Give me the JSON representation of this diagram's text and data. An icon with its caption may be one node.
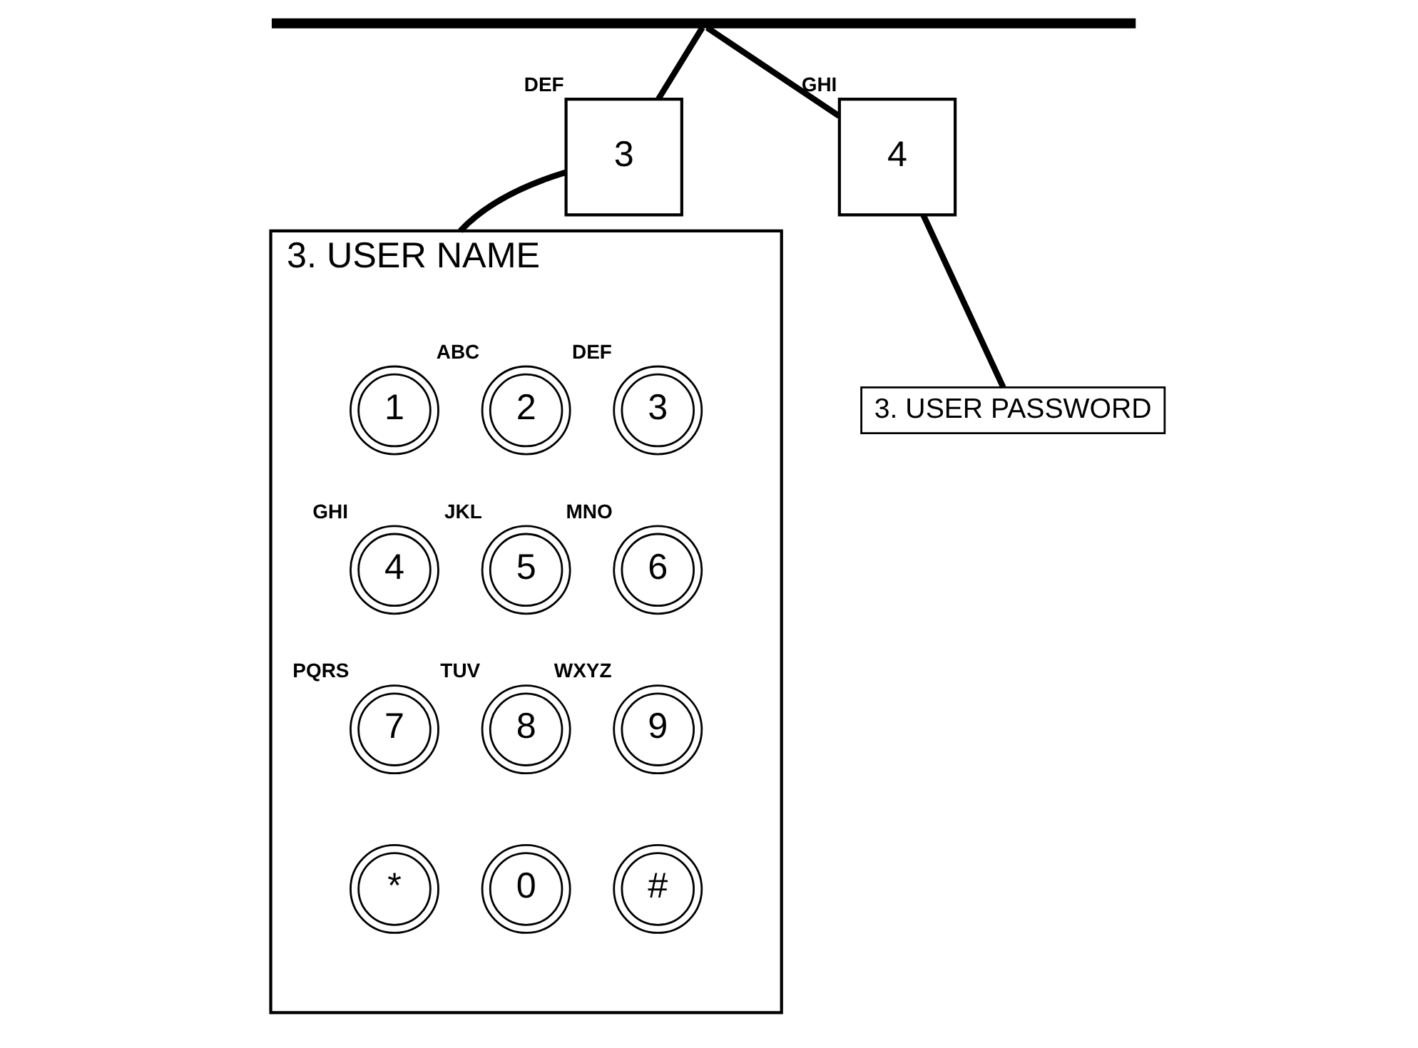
{
  "diagram": {
    "nodes": [
      {
        "text": [],
        "shape": "bar"
      },
      {
        "text": [
          "3",
          "DEF"
        ]
      },
      {
        "text": [
          "4",
          "GHI"
        ]
      },
      {
        "text": [
          "3. USER PASSWORD"
        ]
      },
      {
        "text": [
          "3. USER NAME"
        ]
      },
      {
        "text": [
          "1"
        ],
        "in": 4
      },
      {
        "text": [
          "2",
          "ABC"
        ],
        "in": 4
      },
      {
        "text": [
          "3",
          "DEF"
        ],
        "in": 4
      },
      {
        "text": [
          "4",
          "GHI"
        ],
        "in": 4
      },
      {
        "text": [
          "5",
          "JKL"
        ],
        "in": 4
      },
      {
        "text": [
          "6",
          "MNO"
        ],
        "in": 4
      },
      {
        "text": [
          "7",
          "PQRS"
        ],
        "in": 4
      },
      {
        "text": [
          "8",
          "TUV"
        ],
        "in": 4
      },
      {
        "text": [
          "9",
          "WXYZ"
        ],
        "in": 4
      },
      {
        "text": [
          "*"
        ],
        "in": 4
      },
      {
        "text": [
          "0"
        ],
        "in": 4
      },
      {
        "text": [
          "#"
        ],
        "in": 4
      }
    ],
    "edges": [
      {
        "from": 0,
        "to": 1,
        "arrow": "none"
      },
      {
        "from": 0,
        "to": 2,
        "arrow": "none"
      },
      {
        "from": 1,
        "to": 4,
        "arrow": "none"
      },
      {
        "from": 2,
        "to": 3,
        "arrow": "none"
      }
    ]
  }
}
